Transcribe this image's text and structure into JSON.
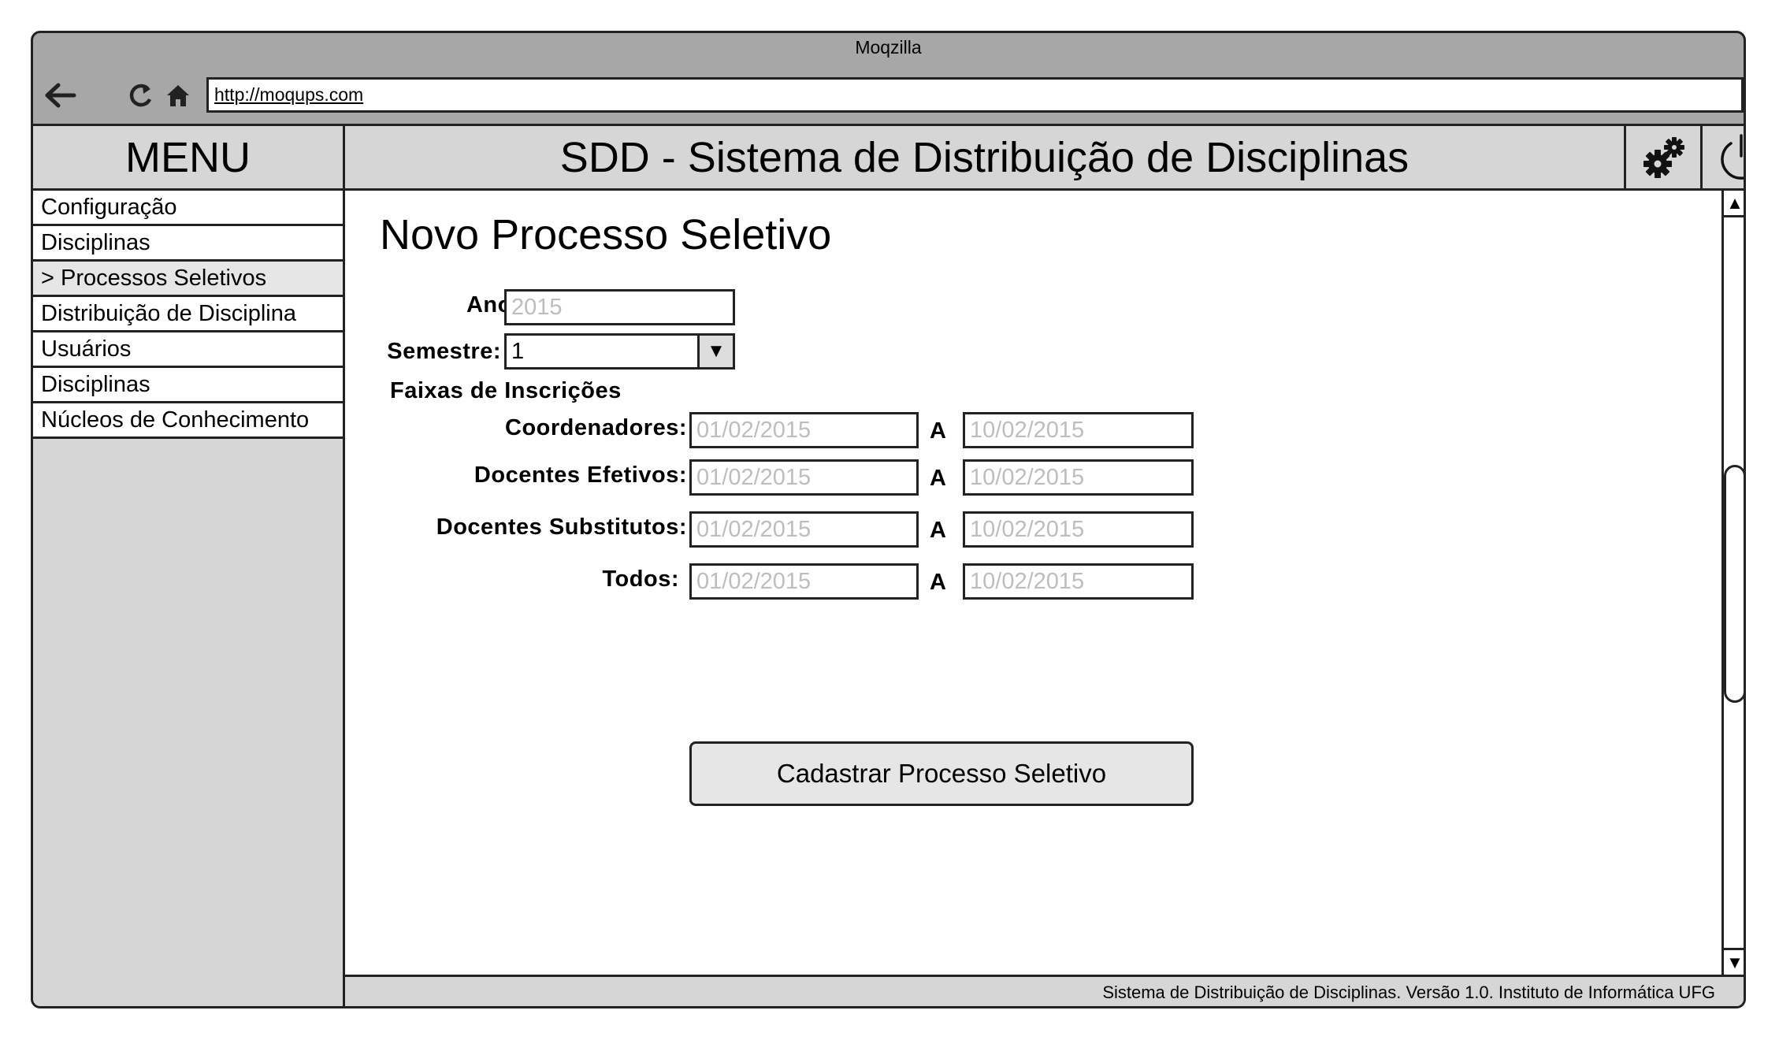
{
  "browser": {
    "window_title": "Moqzilla",
    "url": "http://moqups.com"
  },
  "menu": {
    "title": "MENU",
    "items": [
      {
        "label": "Configuração"
      },
      {
        "label": "Disciplinas"
      },
      {
        "label": "> Processos Seletivos",
        "active": true
      },
      {
        "label": "Distribuição de Disciplina"
      },
      {
        "label": "Usuários"
      },
      {
        "label": "Disciplinas"
      },
      {
        "label": "Núcleos de Conhecimento"
      }
    ]
  },
  "header": {
    "title": "SDD - Sistema de Distribuição de Disciplinas",
    "settings_icon": "gears-icon",
    "power_icon": "power-icon"
  },
  "form": {
    "title": "Novo Processo Seletivo",
    "ano_label": "Ano:",
    "ano_placeholder": "2015",
    "semestre_label": "Semestre:",
    "semestre_value": "1",
    "faixas_label": "Faixas de Inscrições",
    "range_separator": "A",
    "ranges": [
      {
        "label": "Coordenadores:",
        "start_placeholder": "01/02/2015",
        "end_placeholder": "10/02/2015"
      },
      {
        "label": "Docentes Efetivos:",
        "start_placeholder": "01/02/2015",
        "end_placeholder": "10/02/2015"
      },
      {
        "label": "Docentes Substitutos:",
        "start_placeholder": "01/02/2015",
        "end_placeholder": "10/02/2015"
      },
      {
        "label": "Todos:",
        "start_placeholder": "01/02/2015",
        "end_placeholder": "10/02/2015"
      }
    ],
    "submit_label": "Cadastrar Processo Seletivo"
  },
  "footer": {
    "text": "Sistema de Distribuição de Disciplinas. Versão 1.0. Instituto de Informática UFG"
  }
}
